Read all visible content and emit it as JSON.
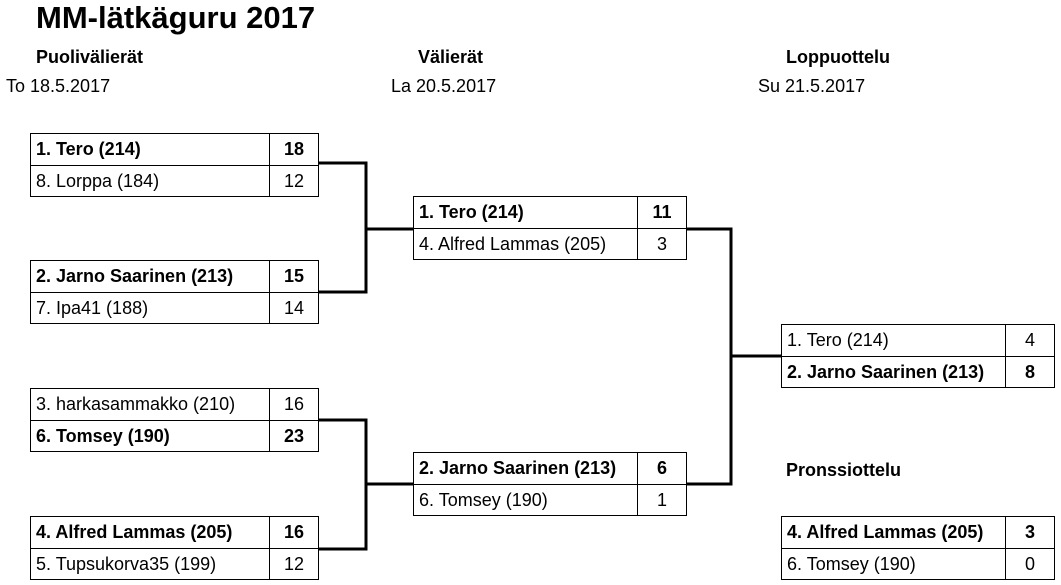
{
  "title": "MM-lätkäguru 2017",
  "rounds": {
    "quarterfinals": {
      "label": "Puolivälierät",
      "date": "To 18.5.2017"
    },
    "semifinals": {
      "label": "Välierät",
      "date": "La 20.5.2017"
    },
    "final": {
      "label": "Loppuottelu",
      "date": "Su 21.5.2017"
    },
    "bronze": {
      "label": "Pronssiottelu"
    }
  },
  "matches": {
    "qf1": [
      {
        "name": "1. Tero (214)",
        "score": "18",
        "winner": true
      },
      {
        "name": "8. Lorppa (184)",
        "score": "12",
        "winner": false
      }
    ],
    "qf2": [
      {
        "name": "2. Jarno Saarinen (213)",
        "score": "15",
        "winner": true
      },
      {
        "name": "7. Ipa41 (188)",
        "score": "14",
        "winner": false
      }
    ],
    "qf3": [
      {
        "name": "3. harkasammakko (210)",
        "score": "16",
        "winner": false
      },
      {
        "name": "6. Tomsey (190)",
        "score": "23",
        "winner": true
      }
    ],
    "qf4": [
      {
        "name": "4. Alfred Lammas (205)",
        "score": "16",
        "winner": true
      },
      {
        "name": "5. Tupsukorva35 (199)",
        "score": "12",
        "winner": false
      }
    ],
    "sf1": [
      {
        "name": "1. Tero (214)",
        "score": "11",
        "winner": true
      },
      {
        "name": "4. Alfred Lammas (205)",
        "score": "3",
        "winner": false
      }
    ],
    "sf2": [
      {
        "name": "2. Jarno Saarinen (213)",
        "score": "6",
        "winner": true
      },
      {
        "name": "6. Tomsey (190)",
        "score": "1",
        "winner": false
      }
    ],
    "final": [
      {
        "name": "1. Tero (214)",
        "score": "4",
        "winner": false
      },
      {
        "name": "2. Jarno Saarinen (213)",
        "score": "8",
        "winner": true
      }
    ],
    "bronze": [
      {
        "name": "4. Alfred Lammas (205)",
        "score": "3",
        "winner": true
      },
      {
        "name": "6. Tomsey (190)",
        "score": "0",
        "winner": false
      }
    ]
  }
}
